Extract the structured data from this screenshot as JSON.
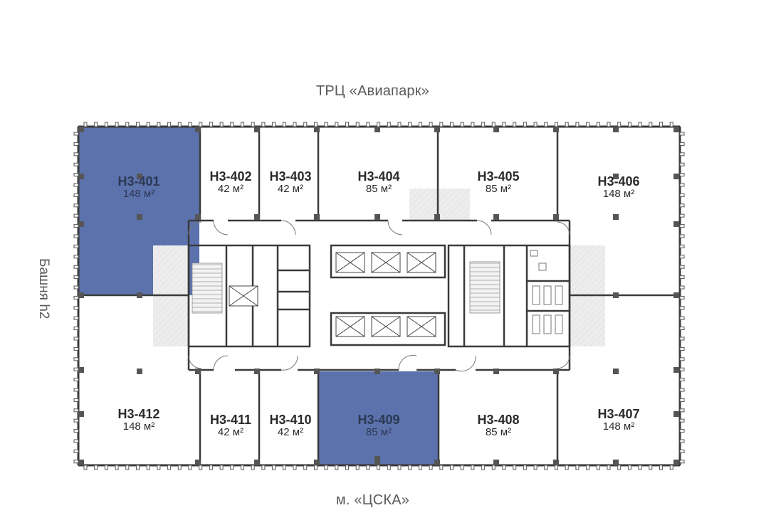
{
  "orientation": {
    "top": "ТРЦ «Авиапарк»",
    "bottom": "м. «ЦСКА»",
    "left": "Башня h2"
  },
  "colors": {
    "selected_unit": "#5b72ad",
    "wall": "#3a3a3a",
    "shaft_hatch": "#e6e6e6"
  },
  "units": [
    {
      "id": "u401",
      "code": "Н3-401",
      "area": "148 м²",
      "selected": true
    },
    {
      "id": "u402",
      "code": "Н3-402",
      "area": "42 м²",
      "selected": false
    },
    {
      "id": "u403",
      "code": "Н3-403",
      "area": "42 м²",
      "selected": false
    },
    {
      "id": "u404",
      "code": "Н3-404",
      "area": "85 м²",
      "selected": false
    },
    {
      "id": "u405",
      "code": "Н3-405",
      "area": "85 м²",
      "selected": false
    },
    {
      "id": "u406",
      "code": "Н3-406",
      "area": "148 м²",
      "selected": false
    },
    {
      "id": "u412",
      "code": "Н3-412",
      "area": "148 м²",
      "selected": false
    },
    {
      "id": "u411",
      "code": "Н3-411",
      "area": "42 м²",
      "selected": false
    },
    {
      "id": "u410",
      "code": "Н3-410",
      "area": "42 м²",
      "selected": false
    },
    {
      "id": "u409",
      "code": "Н3-409",
      "area": "85 м²",
      "selected": true
    },
    {
      "id": "u408",
      "code": "Н3-408",
      "area": "85 м²",
      "selected": false
    },
    {
      "id": "u407",
      "code": "Н3-407",
      "area": "148 м²",
      "selected": false
    }
  ]
}
